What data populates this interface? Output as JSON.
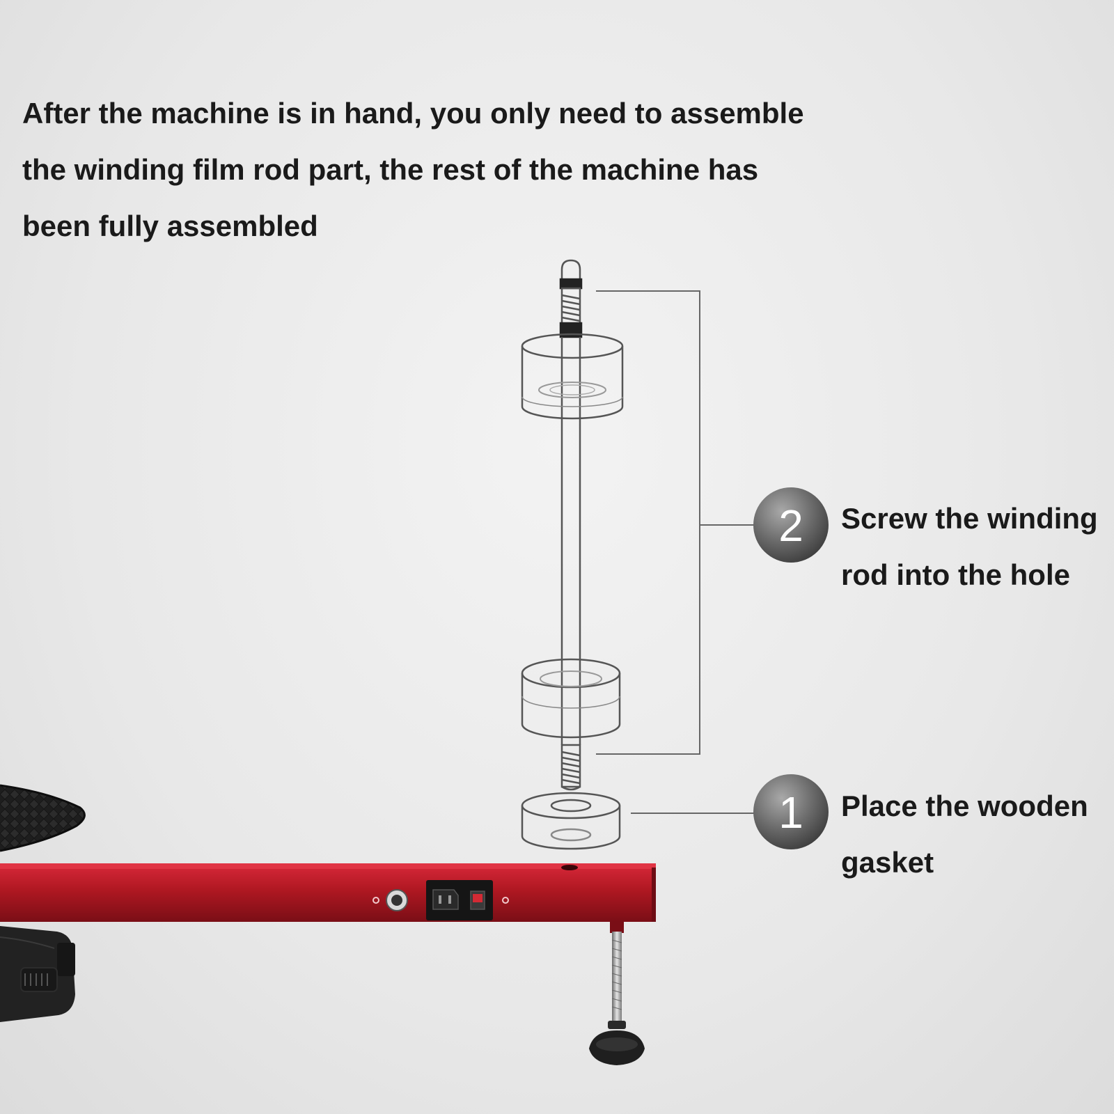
{
  "intro_text": "After the machine is in hand, you only need to assemble the winding film rod part, the rest of the machine has been fully assembled",
  "steps": [
    {
      "number": "2",
      "text": "Screw the winding rod into the hole"
    },
    {
      "number": "1",
      "text": "Place the wooden gasket"
    }
  ],
  "colors": {
    "text": "#1a1a1a",
    "base_red": "#b01822",
    "badge_grey": "#6a6a6a"
  }
}
